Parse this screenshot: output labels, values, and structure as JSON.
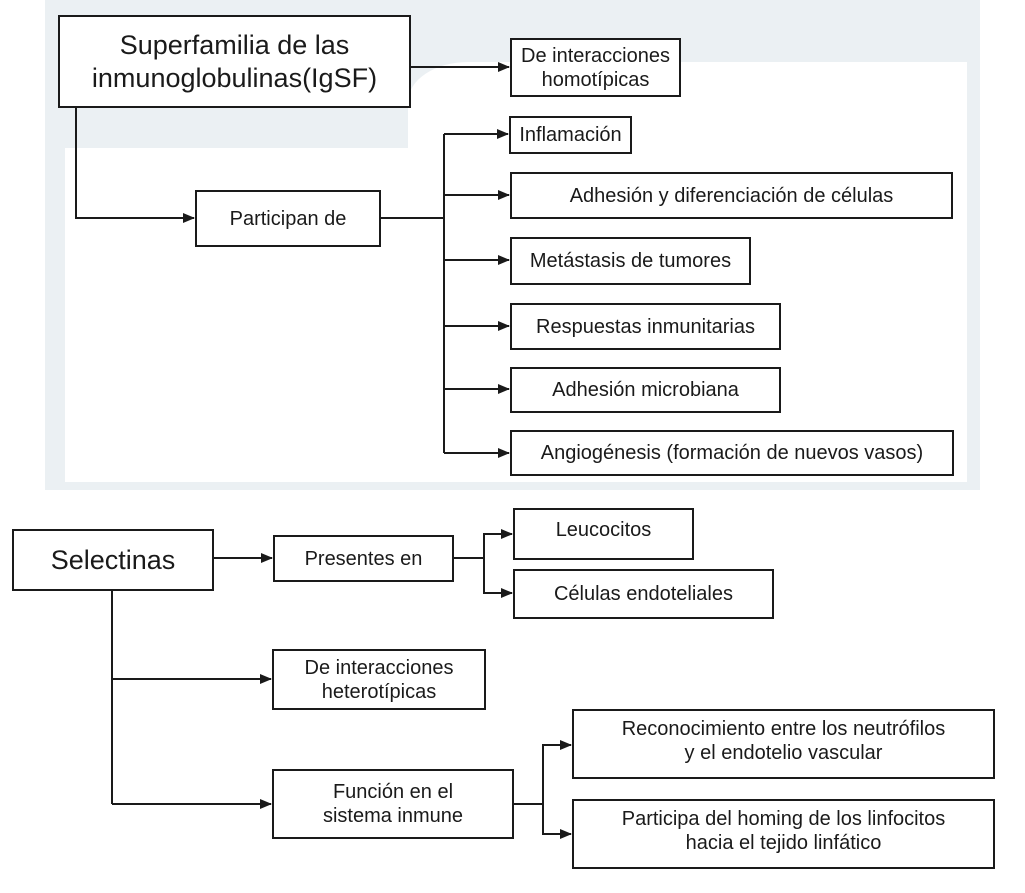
{
  "colors": {
    "panel_background": "#ebf0f3",
    "box_border": "#1a1a1a",
    "text": "#1a1a1a"
  },
  "igsf": {
    "root": "Superfamilia de las\ninmunoglobulinas(IgSF)",
    "homotypic": "De interacciones\nhomotípicas",
    "participate": "Participan de",
    "processes": [
      "Inflamación",
      "Adhesión y diferenciación de células",
      "Metástasis de tumores",
      "Respuestas inmunitarias",
      "Adhesión microbiana",
      "Angiogénesis (formación de nuevos vasos)"
    ]
  },
  "selectins": {
    "root": "Selectinas",
    "present_in": "Presentes en",
    "present_targets": [
      "Leucocitos",
      "Células endoteliales"
    ],
    "heterotypic": "De interacciones\nheterotípicas",
    "function": "Función en el\nsistema inmune",
    "functions": [
      "Reconocimiento entre los neutrófilos\ny el endotelio vascular",
      "Participa del homing de los linfocitos\nhacia el tejido linfático"
    ]
  }
}
